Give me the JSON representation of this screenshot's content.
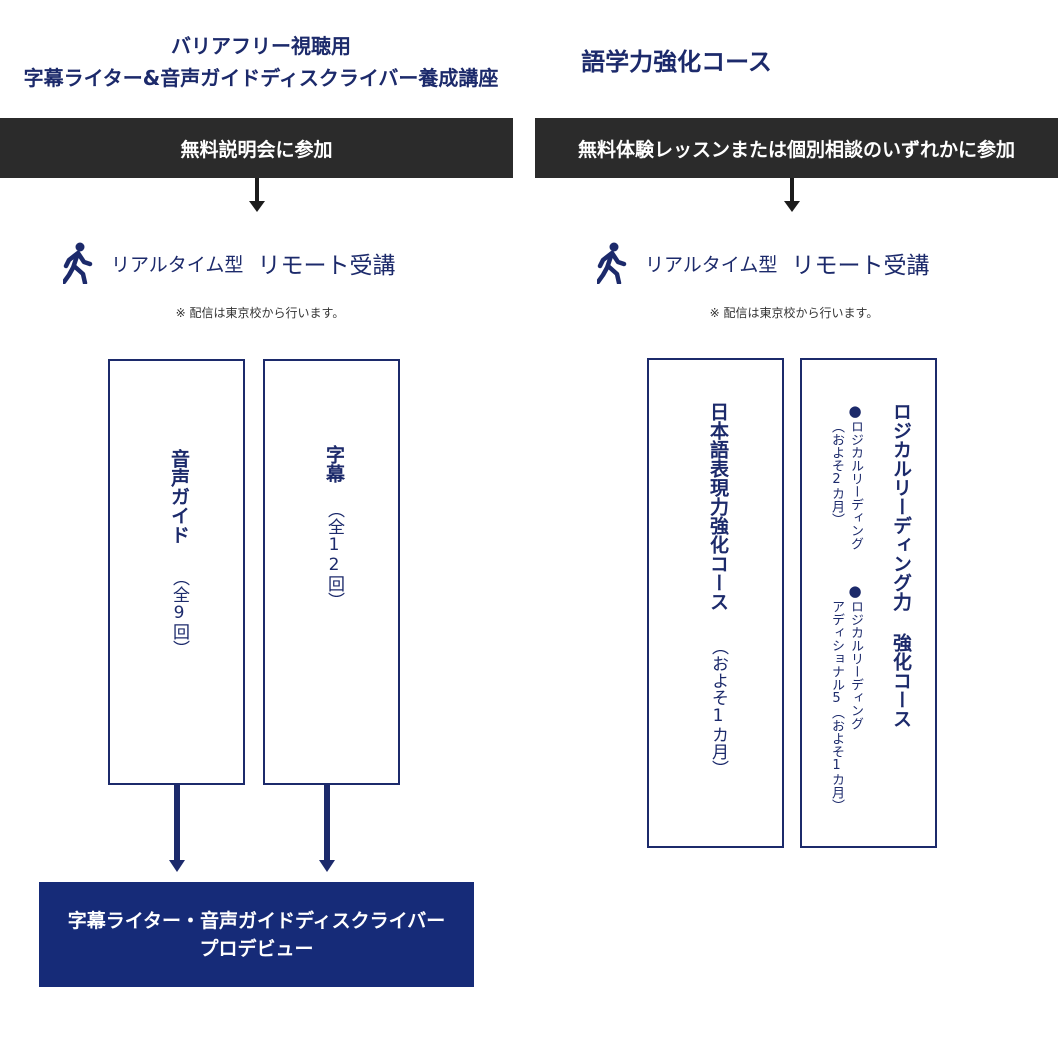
{
  "left": {
    "title_line1": "バリアフリー視聴用",
    "title_line2": "字幕ライター&音声ガイドディスクライバー養成講座",
    "step_label": "無料説明会に参加",
    "remote_label1": "リアルタイム型",
    "remote_label2": "リモート受講",
    "note": "※ 配信は東京校から行います。",
    "courses": [
      {
        "name": "音声ガイド",
        "detail": "（全9回）"
      },
      {
        "name": "字幕",
        "detail": "（全12回）"
      }
    ],
    "result_line1": "字幕ライター・音声ガイドディスクライバー",
    "result_line2": "プロデビュー"
  },
  "right": {
    "title": "語学力強化コース",
    "step_label": "無料体験レッスンまたは個別相談のいずれかに参加",
    "remote_label1": "リアルタイム型",
    "remote_label2": "リモート受講",
    "note": "※ 配信は東京校から行います。",
    "course1": {
      "name": "日本語表現力強化コース",
      "detail": "（およそ1カ月）"
    },
    "course2": {
      "name": "ロジカルリーディング力 強化コース",
      "items": [
        {
          "bullet": "●",
          "line1": "ロジカルリーディング",
          "line2": "（およそ2カ月）"
        },
        {
          "bullet": "●",
          "line1": "ロジカルリーディング",
          "line2": "アディショナル5（およそ1カ月）"
        }
      ]
    }
  },
  "colors": {
    "navy": "#1c2a6b",
    "dark_bar": "#2b2b2b",
    "result_bg": "#162b78"
  },
  "icons": {
    "remote": "walking-person-icon"
  }
}
